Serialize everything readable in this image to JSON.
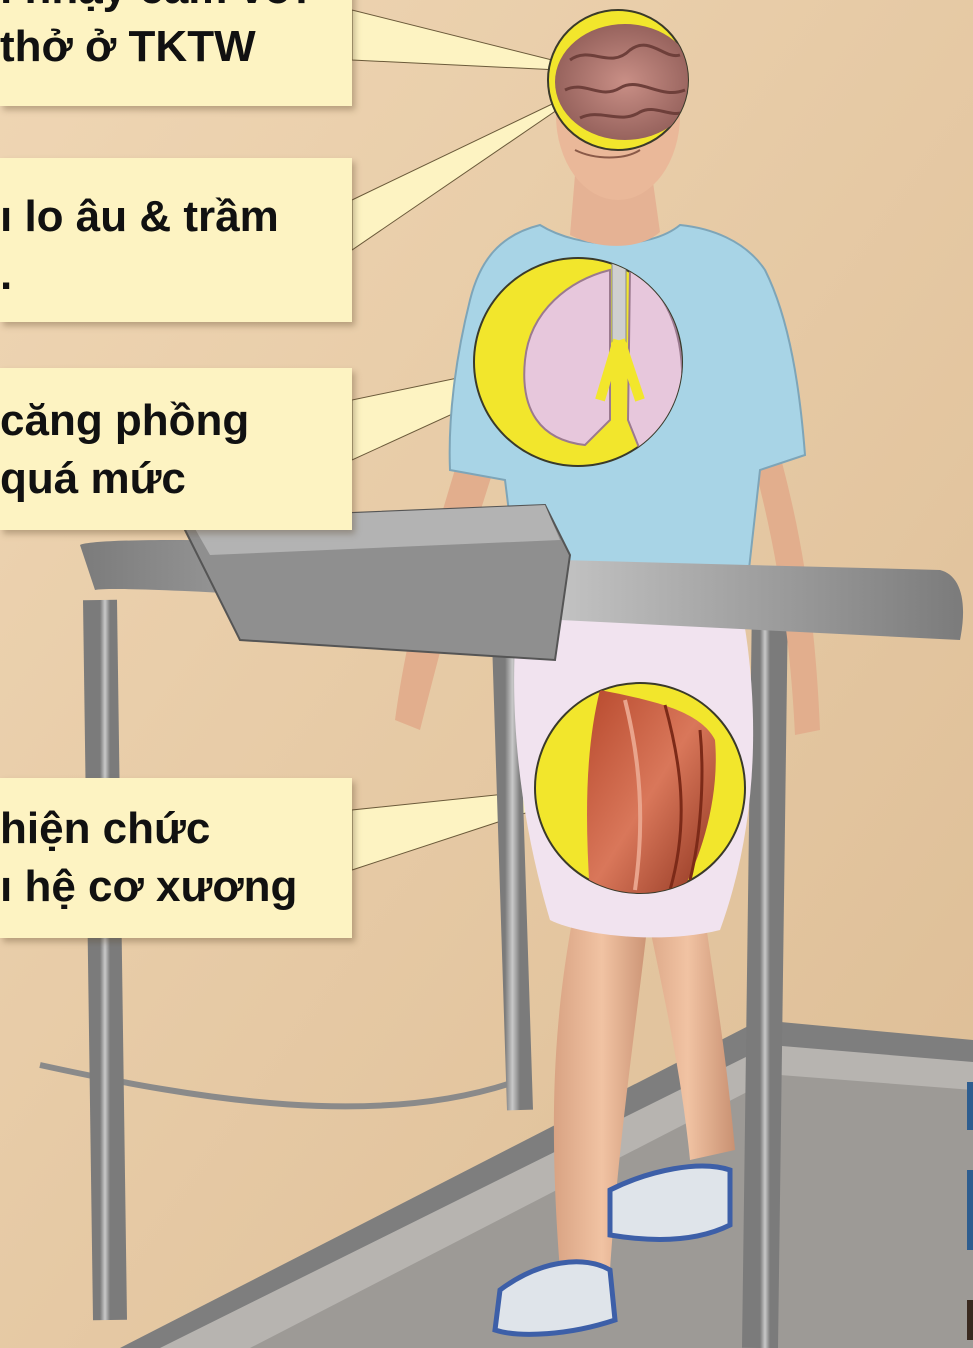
{
  "callouts": [
    {
      "id": "brain",
      "lines": [
        "ı nhạy cảm với",
        "thở ở TKTW"
      ]
    },
    {
      "id": "anxiety",
      "lines": [
        "ı lo âu & trầm",
        "."
      ]
    },
    {
      "id": "lungs",
      "lines": [
        "căng phồng",
        "quá mức"
      ]
    },
    {
      "id": "muscles",
      "lines": [
        "hiện chức",
        "ı hệ cơ xương"
      ]
    }
  ],
  "colors": {
    "background": "#e9cda8",
    "callout_fill": "#fdf3c2",
    "highlight_yellow": "#f2e62c",
    "shirt": "#a8d4e6",
    "skirt": "#f1e3ef",
    "treadmill": "#9a9a9a"
  },
  "icons": [
    "brain-icon",
    "lungs-icon",
    "thigh-muscle-icon",
    "treadmill-icon"
  ]
}
